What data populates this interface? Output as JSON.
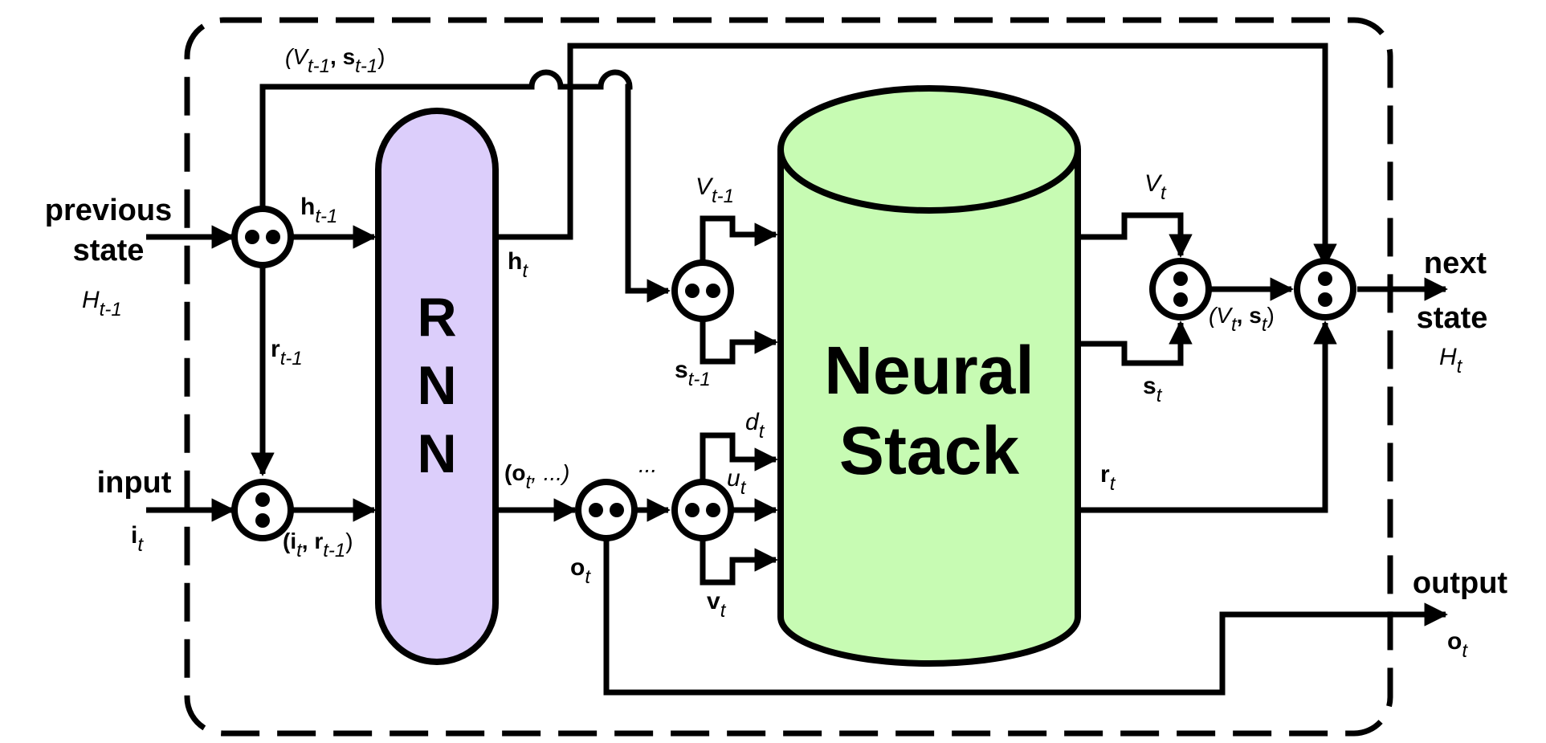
{
  "colors": {
    "rnn_fill": "#dccefb",
    "stack_fill": "#c7fbb3",
    "stroke": "#000000"
  },
  "labels": {
    "previous_state_1": "previous",
    "previous_state_2": "state",
    "H_prev": "H",
    "H_prev_sub": "t-1",
    "input": "input",
    "i_t": "i",
    "i_t_sub": "t",
    "h_prev": "h",
    "h_prev_sub": "t-1",
    "r_prev": "r",
    "r_prev_sub": "t-1",
    "i_r_tuple_open": "(i",
    "i_r_tuple_sub1": "t",
    "i_r_tuple_mid": ", r",
    "i_r_tuple_sub2": "t-1",
    "i_r_tuple_close": ")",
    "Vs_prev_open": "(V",
    "Vs_prev_sub1": "t-1",
    "Vs_prev_mid": ", s",
    "Vs_prev_sub2": "t-1",
    "Vs_prev_close": ")",
    "rnn_1": "R",
    "rnn_2": "N",
    "rnn_3": "N",
    "h_t": "h",
    "h_t_sub": "t",
    "o_tuple_open": "(o",
    "o_tuple_sub": "t",
    "o_tuple_rest": ", ...)",
    "o_t": "o",
    "o_t_sub": "t",
    "ellipsis": "...",
    "V_prev": "V",
    "V_prev_sub": "t-1",
    "s_prev": "s",
    "s_prev_sub": "t-1",
    "d_t": "d",
    "d_t_sub": "t",
    "u_t": "u",
    "u_t_sub": "t",
    "v_t": "v",
    "v_t_sub": "t",
    "stack_1": "Neural",
    "stack_2": "Stack",
    "V_t": "V",
    "V_t_sub": "t",
    "s_t": "s",
    "s_t_sub": "t",
    "Vs_t_open": "(V",
    "Vs_t_sub1": "t",
    "Vs_t_mid": ", s",
    "Vs_t_sub2": "t",
    "Vs_t_close": ")",
    "r_t": "r",
    "r_t_sub": "t",
    "next_state_1": "next",
    "next_state_2": "state",
    "H_t": "H",
    "H_t_sub": "t",
    "output": "output",
    "o_out": "o",
    "o_out_sub": "t"
  }
}
